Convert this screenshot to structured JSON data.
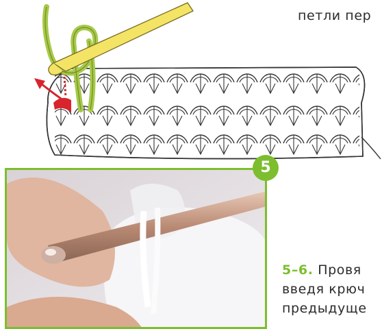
{
  "top_text": "петли пер",
  "badge": "5",
  "caption": {
    "step_number": "5–6.",
    "line1_rest": " Провя",
    "line2": "введя крюч",
    "line3": "предыдуще"
  },
  "colors": {
    "accent_green": "#7cbe2e",
    "hook_yellow": "#f4e466",
    "yarn_green": "#a8c94a",
    "arrow_red": "#d8242c"
  }
}
